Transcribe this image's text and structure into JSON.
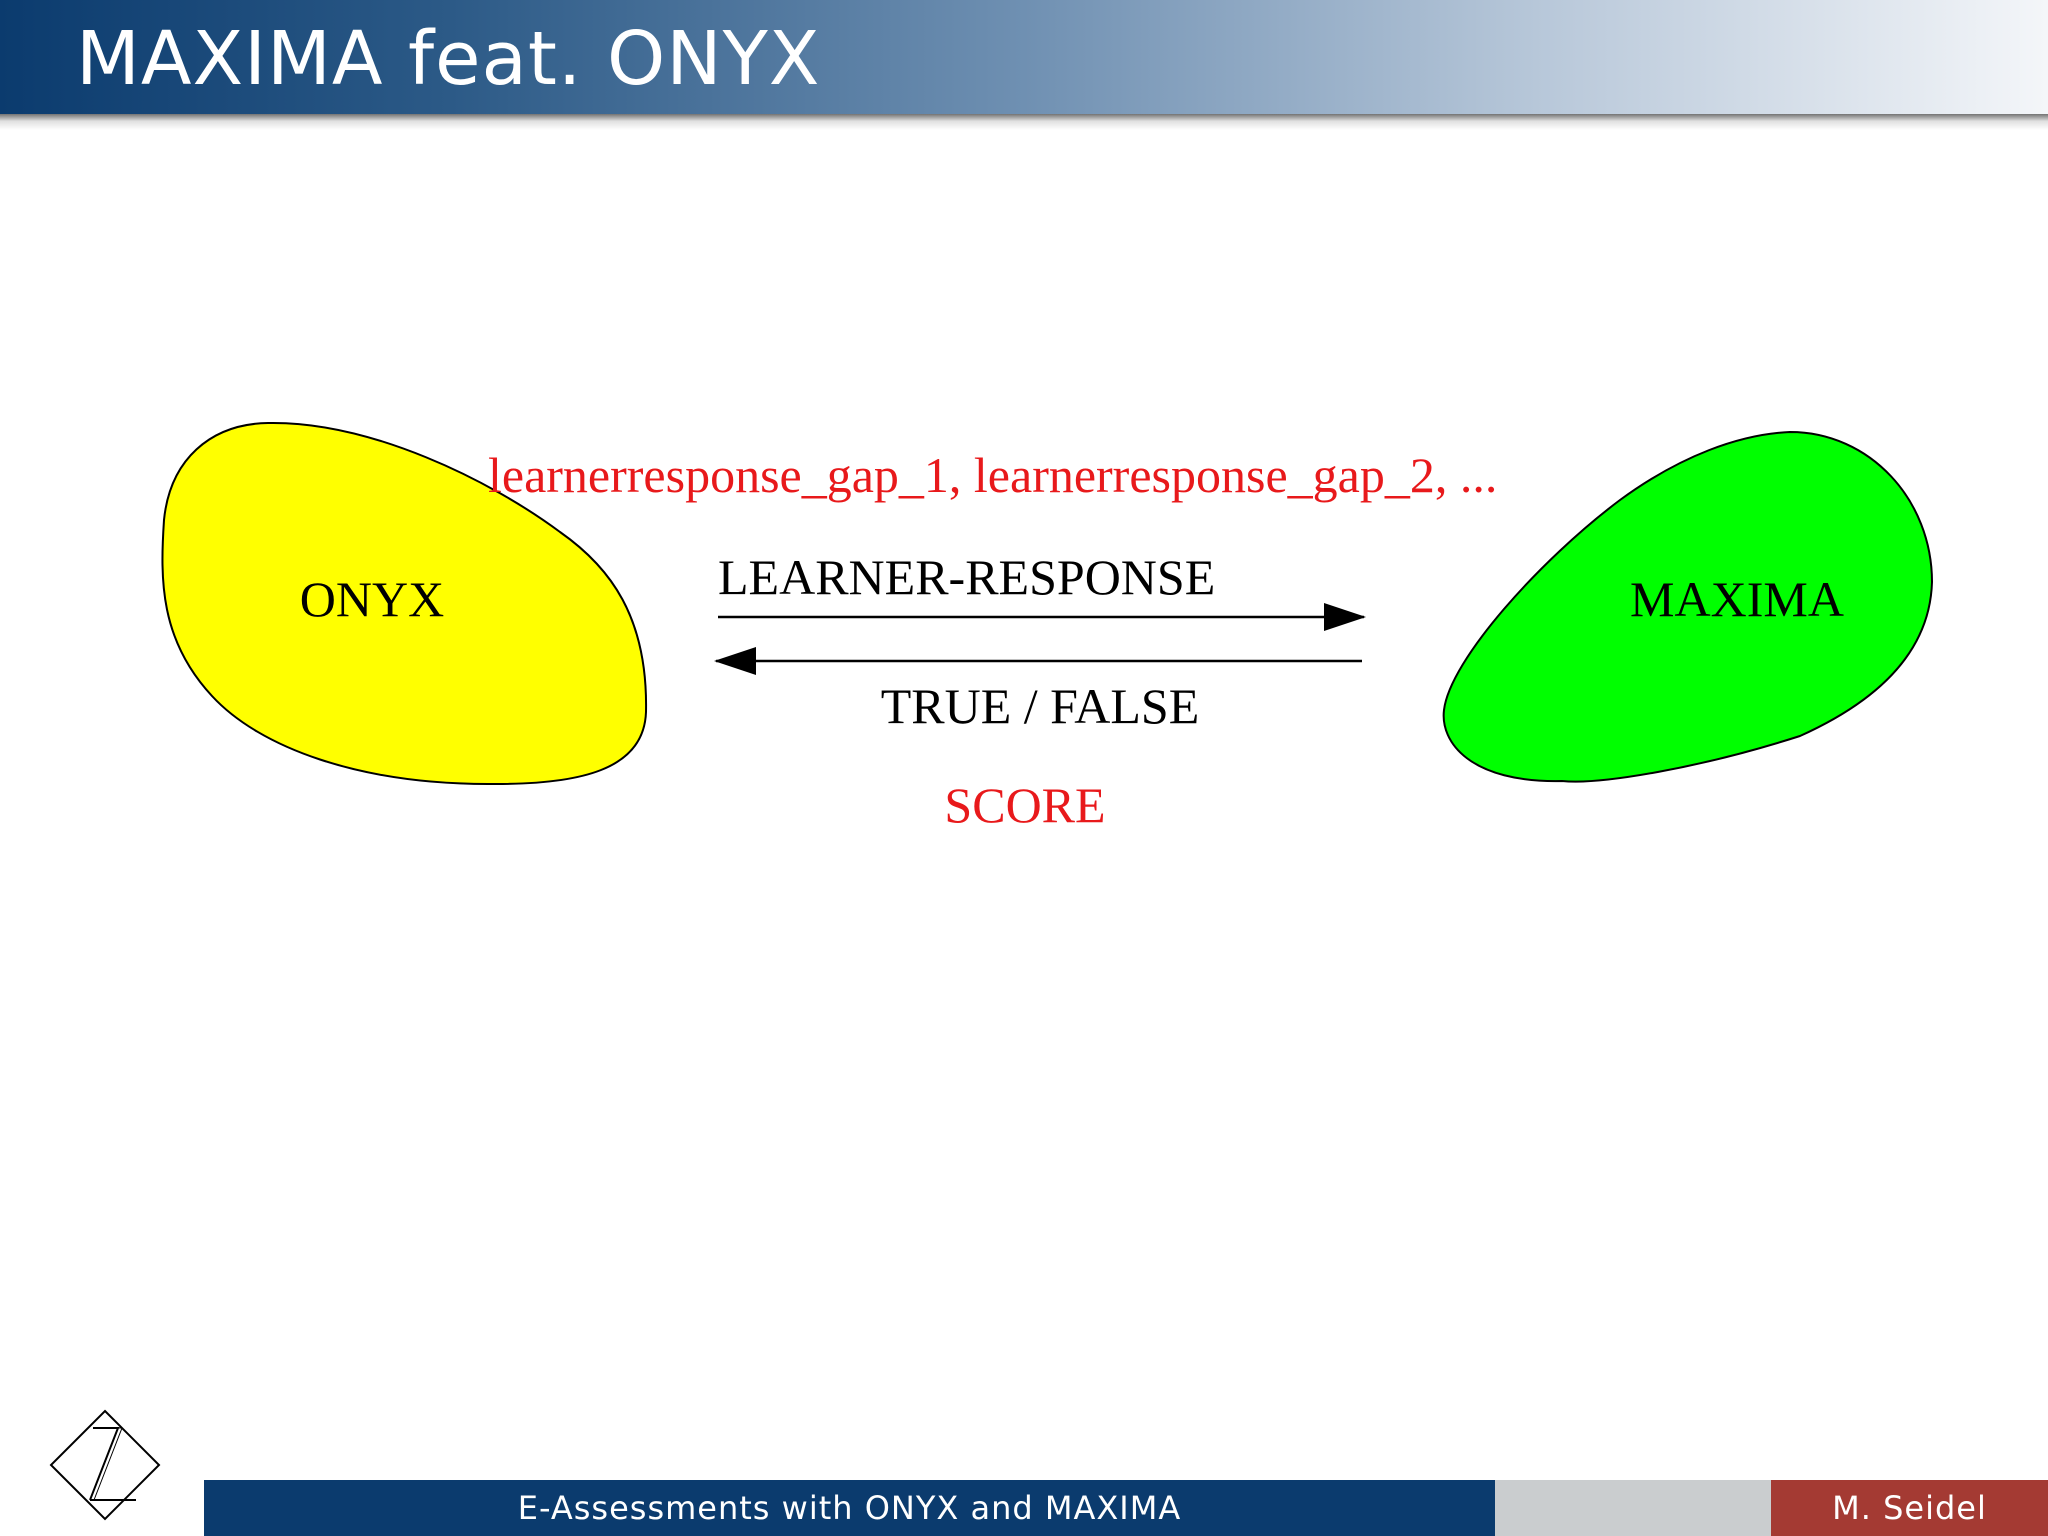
{
  "slide": {
    "title": "MAXIMA feat. ONYX"
  },
  "diagram": {
    "left_node": {
      "label": "ONYX",
      "fill": "#ffff00"
    },
    "right_node": {
      "label": "MAXIMA",
      "fill": "#00ff00"
    },
    "variables_label": "learnerresponse_gap_1, learnerresponse_gap_2, ...",
    "forward_arrow_label": "LEARNER-RESPONSE",
    "backward_arrow_label": "TRUE / FALSE",
    "score_label": "SCORE",
    "highlight_color": "#e8191b"
  },
  "footer": {
    "presentation_title": "E-Assessments with ONYX and MAXIMA",
    "author": "M. Seidel"
  }
}
